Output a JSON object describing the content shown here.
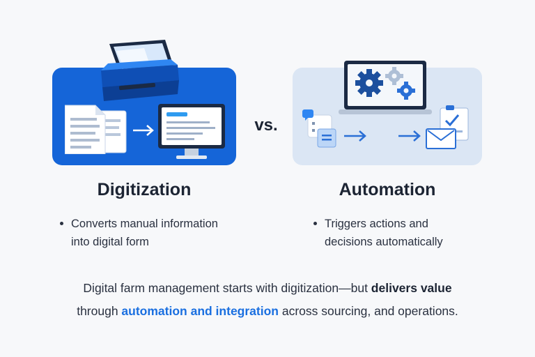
{
  "separator": "vs.",
  "left": {
    "title": "Digitization",
    "bullet": "Converts manual information into digital form",
    "colors": {
      "panel": "#1565d8"
    },
    "icons": [
      "scanner-icon",
      "document-icon",
      "arrow-right-icon",
      "monitor-icon"
    ]
  },
  "right": {
    "title": "Automation",
    "bullet": "Triggers actions and decisions automatically",
    "colors": {
      "panel": "#dbe6f4"
    },
    "icons": [
      "monitor-gears-icon",
      "chat-bubble-icon",
      "form-icon",
      "arrow-right-icon",
      "checklist-icon",
      "envelope-icon"
    ]
  },
  "footer": {
    "line1_plain": "Digital farm management starts with digitization—but ",
    "line1_bold": "delivers value",
    "line2_plain_a": "through ",
    "line2_accent": "automation and integration",
    "line2_plain_b": " across sourcing, and operations."
  },
  "colors": {
    "accent": "#1a6fe0",
    "text": "#1c2433"
  }
}
